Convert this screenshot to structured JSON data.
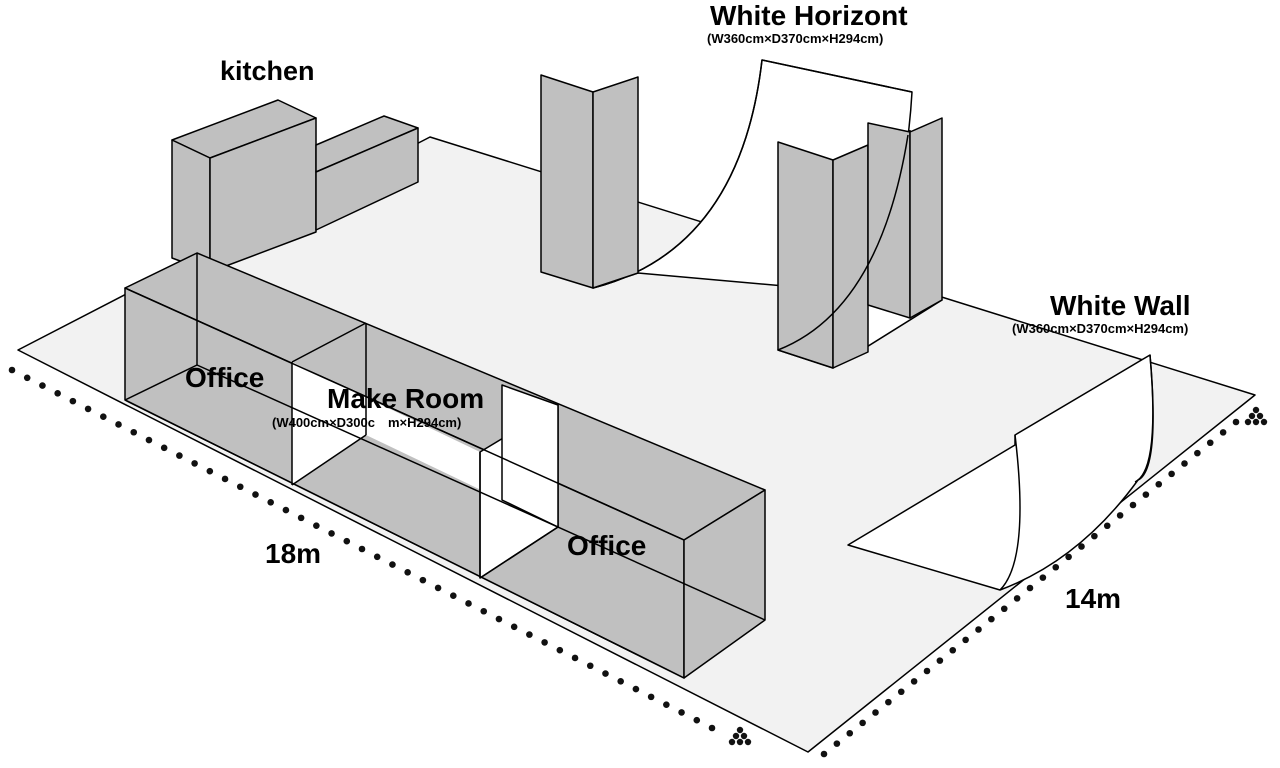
{
  "labels": {
    "kitchen": "kitchen",
    "white_horizont": "White Horizont",
    "white_horizont_dims": "(W360cm×D370cm×H294cm)",
    "white_wall": "White Wall",
    "white_wall_dims": "(W360cm×D370cm×H294cm)",
    "office_left": "Office",
    "make_room": "Make Room",
    "make_room_dims": "(W400cm×D300c　m×H294cm)",
    "office_right": "Office",
    "length": "18m",
    "width": "14m"
  },
  "colors": {
    "floor": "#f2f2f2",
    "block": "#c0c0c0",
    "line": "#000000"
  }
}
